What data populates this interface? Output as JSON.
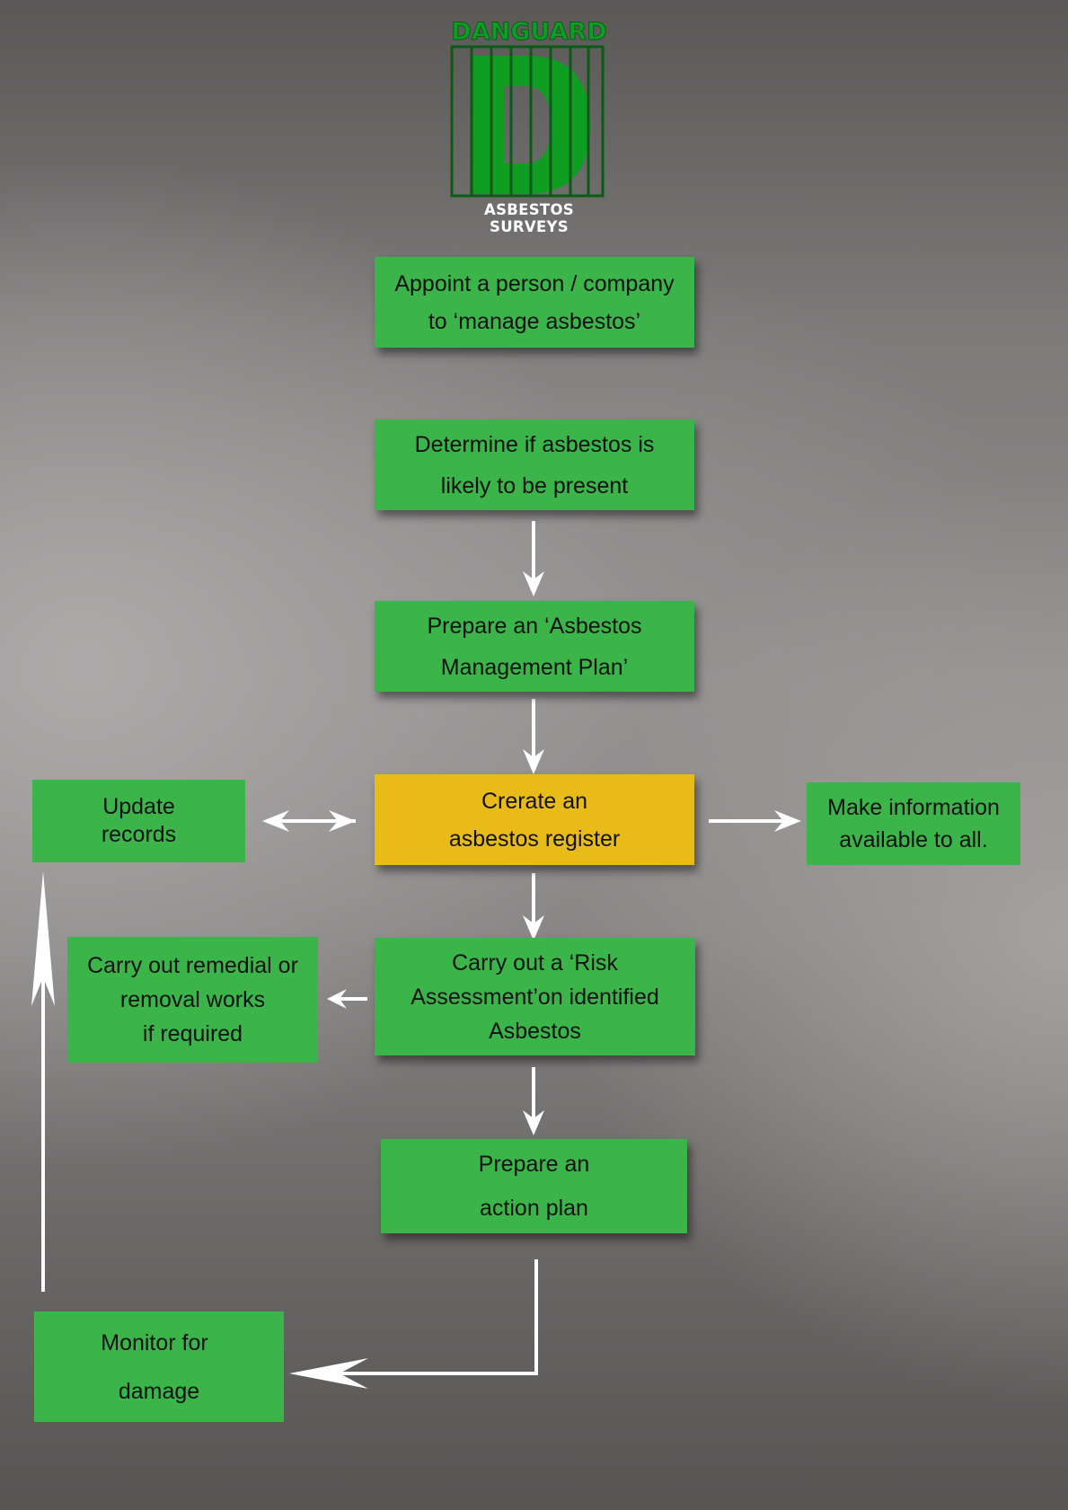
{
  "logo": {
    "name": "DANGUARD",
    "letter": "D",
    "subtitle": "ASBESTOS SURVEYS"
  },
  "steps": {
    "appoint": [
      "Appoint a person / company",
      "to ‘manage asbestos’"
    ],
    "determine": [
      "Determine if asbestos is",
      "likely to be present"
    ],
    "prepare_plan": [
      "Prepare an ‘Asbestos",
      "Management Plan’"
    ],
    "register": [
      "Crerate an",
      "asbestos register"
    ],
    "update_records": [
      "Update",
      "records"
    ],
    "make_info": [
      "Make information",
      "available to all."
    ],
    "risk_assessment": [
      "Carry out a ‘Risk",
      "Assessment’on identified",
      "Asbestos"
    ],
    "remedial": [
      "Carry out remedial or",
      "removal works",
      "if required"
    ],
    "action_plan": [
      "Prepare an",
      "action plan"
    ],
    "monitor": [
      "Monitor for",
      "damage"
    ]
  },
  "colors": {
    "box_green": "#3bb54a",
    "box_yellow": "#e9bb19",
    "arrow": "#ffffff",
    "logo_green": "#0d9e22",
    "logo_dark": "#0c5a1a"
  }
}
